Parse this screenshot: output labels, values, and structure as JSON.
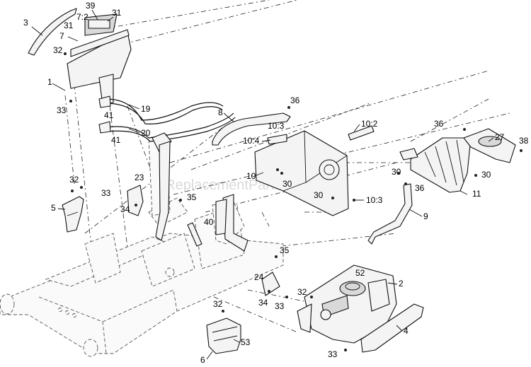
{
  "watermark": "eReplacementParts.com",
  "callouts": {
    "c3": "3",
    "c39": "39",
    "c31a": "31",
    "c72": "7:2",
    "c31b": "31",
    "c7": "7",
    "c32a": "32",
    "c1": "1",
    "c33a": "33",
    "c41a": "41",
    "c19": "19",
    "c41b": "41",
    "c20": "20",
    "c8": "8",
    "c36a": "36",
    "c103a": "10:3",
    "c104": "10:4",
    "c102": "10:2",
    "c36b": "36",
    "c27": "27",
    "c38": "38",
    "c10": "10",
    "c30a": "30",
    "c30b": "30",
    "c30c": "30",
    "c30d": "30",
    "c103b": "10:3",
    "c36c": "36",
    "c11": "11",
    "c9": "9",
    "c32b": "32",
    "c5": "5",
    "c23": "23",
    "c33b": "33",
    "c34a": "34",
    "c35a": "35",
    "c40": "40",
    "c35b": "35",
    "c24": "24",
    "c34b": "34",
    "c33c": "33",
    "c52": "52",
    "c2": "2",
    "c32c": "32",
    "c32d": "32",
    "c4": "4",
    "c6": "6",
    "c53": "53",
    "c33d": "33"
  }
}
